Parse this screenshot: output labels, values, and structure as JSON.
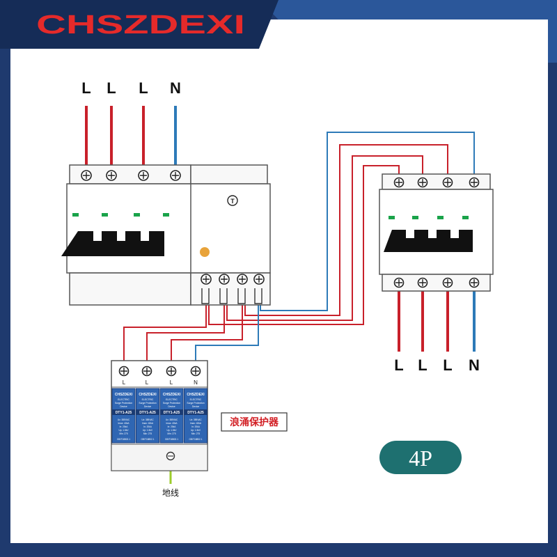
{
  "brand": {
    "name": "CHSZDEXI"
  },
  "supply_labels": [
    "L",
    "L",
    "L",
    "N"
  ],
  "load_labels": [
    "L",
    "L",
    "L",
    "N"
  ],
  "spd": {
    "terminal_labels": [
      "L",
      "L",
      "L",
      "N"
    ],
    "module_brand": "CHSZDEXI",
    "module_desc": [
      "ELECTRIC",
      "Surge Protection",
      "Device"
    ],
    "module_model": "DTY1-A25",
    "module_specs": [
      "Uc: 385VAC",
      "Imax: 40kA",
      "In: 20kA",
      "Up: 1.5kV",
      "Min: 275"
    ],
    "module_foot": "GB/T18802.1",
    "caption": "浪涌保护器",
    "ground_label": "地线"
  },
  "pole_badge": "4P",
  "colors": {
    "live": "#c8202a",
    "neutral": "#2d7ab8",
    "ground": "#9ccc2c",
    "badge": "#1e7070",
    "brand": "#e52a2a"
  }
}
